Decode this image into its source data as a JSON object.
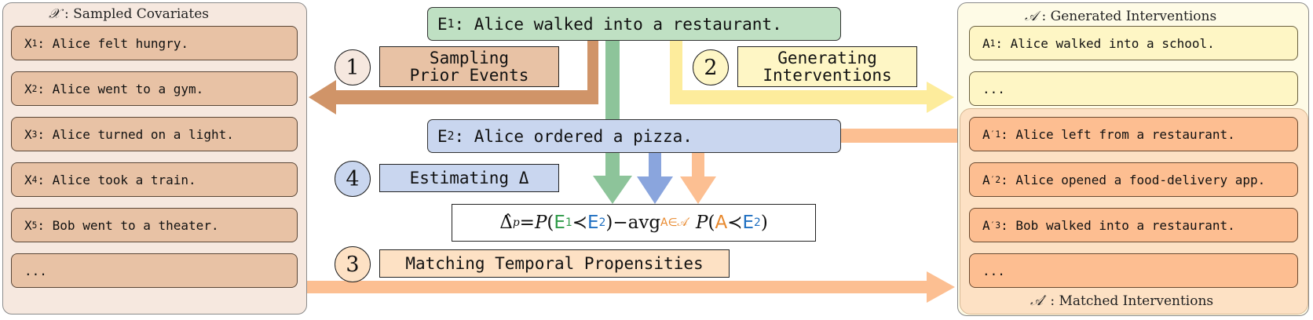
{
  "left_panel": {
    "title_symbol": "𝒳",
    "title_text": ": Sampled Covariates",
    "items": [
      {
        "letter": "X",
        "sub": "1",
        "text": ": Alice felt hungry."
      },
      {
        "letter": "X",
        "sub": "2",
        "text": ": Alice went to a gym."
      },
      {
        "letter": "X",
        "sub": "3",
        "text": ": Alice turned on a light."
      },
      {
        "letter": "X",
        "sub": "4",
        "text": ": Alice took a train."
      },
      {
        "letter": "X",
        "sub": "5",
        "text": ": Bob went to a theater."
      },
      {
        "letter": "",
        "sub": "",
        "text": "..."
      }
    ]
  },
  "events": {
    "e1": {
      "letter": "E",
      "sub": "1",
      "text": ": Alice walked into a restaurant."
    },
    "e2": {
      "letter": "E",
      "sub": "2",
      "text": ": Alice ordered a pizza."
    }
  },
  "steps": [
    {
      "number": "1",
      "line1": "Sampling",
      "line2": "Prior Events"
    },
    {
      "number": "2",
      "line1": "Generating",
      "line2": "Interventions"
    },
    {
      "number": "3",
      "line1": "Matching Temporal Propensities",
      "line2": ""
    },
    {
      "number": "4",
      "line1": "Estimating Δ",
      "line2": ""
    }
  ],
  "formula": {
    "lhs": "Δ̂",
    "lhs_sub": "p",
    "eq": " = ",
    "p": "P",
    "e1": "E",
    "e1_sub": "1",
    "prec": " ≺ ",
    "e2": "E",
    "e2_sub": "2",
    "minus": " − ",
    "avg": "avg",
    "avg_sub": "A∈𝒜′",
    "a": "A"
  },
  "right_panel": {
    "title_symbol": "𝒜",
    "title_text": " : Generated Interventions",
    "generated": [
      {
        "letter": "A",
        "sub": "1",
        "prime": "",
        "text": ": Alice walked into a school."
      },
      {
        "letter": "",
        "sub": "",
        "prime": "",
        "text": "..."
      }
    ],
    "matched": [
      {
        "letter": "A",
        "sub": "1",
        "prime": "′",
        "text": ": Alice left from a restaurant."
      },
      {
        "letter": "A",
        "sub": "2",
        "prime": "′",
        "text": ": Alice opened a food-delivery app."
      },
      {
        "letter": "A",
        "sub": "3",
        "prime": "′",
        "text": ": Bob walked into a restaurant."
      },
      {
        "letter": "",
        "sub": "",
        "prime": "",
        "text": "..."
      }
    ],
    "matched_title_symbol": "𝒜′",
    "matched_title_text": " : Matched Interventions"
  },
  "colors": {
    "brown": "#d09468",
    "green": "#8dc49a",
    "yellow": "#fdec9c",
    "blue": "#8aa5dd",
    "orange": "#fcbf92",
    "formula_green": "#2e9a48",
    "formula_blue": "#1f6fc1",
    "formula_orange": "#e8892e"
  }
}
